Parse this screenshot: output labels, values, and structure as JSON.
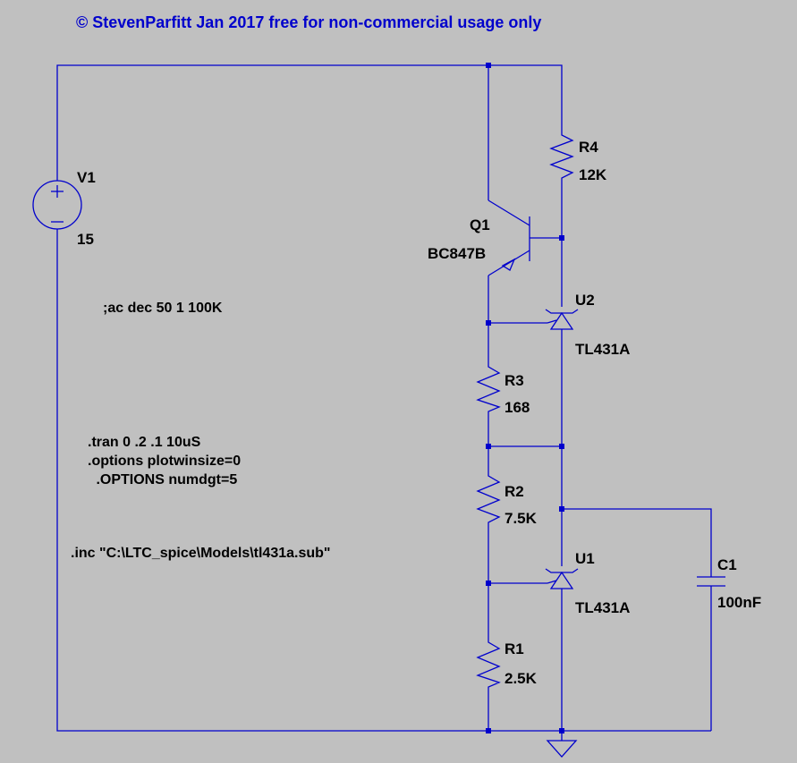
{
  "title": "© StevenParfitt Jan 2017 free for non-commercial usage only",
  "colors": {
    "background": "#c0c0c0",
    "wire": "#0000cc",
    "text": "#000000",
    "title": "#0000cc"
  },
  "components": {
    "V1": {
      "ref": "V1",
      "value": "15"
    },
    "Q1": {
      "ref": "Q1",
      "value": "BC847B"
    },
    "R4": {
      "ref": "R4",
      "value": "12K"
    },
    "U2": {
      "ref": "U2",
      "value": "TL431A"
    },
    "R3": {
      "ref": "R3",
      "value": "168"
    },
    "R2": {
      "ref": "R2",
      "value": "7.5K"
    },
    "U1": {
      "ref": "U1",
      "value": "TL431A"
    },
    "C1": {
      "ref": "C1",
      "value": "100nF"
    },
    "R1": {
      "ref": "R1",
      "value": "2.5K"
    }
  },
  "directives": {
    "ac": ";ac dec 50 1 100K",
    "tran": ".tran 0 .2 .1 10uS",
    "options1": ".options plotwinsize=0",
    "options2": " .OPTIONS numdgt=5",
    "inc": ".inc \"C:\\LTC_spice\\Models\\tl431a.sub\""
  },
  "icons": {
    "ground": "ground-symbol-icon"
  }
}
